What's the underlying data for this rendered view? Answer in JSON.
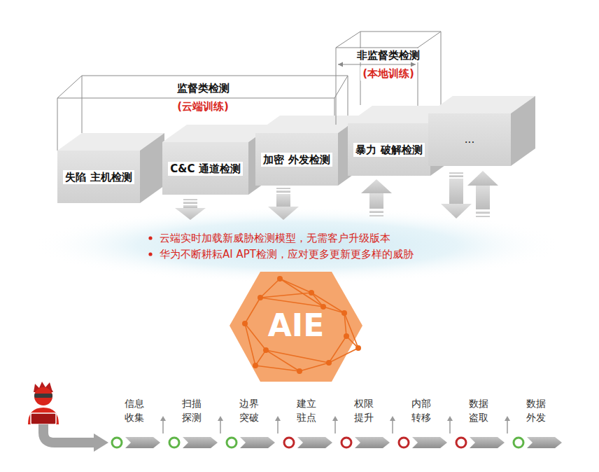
{
  "diagram": {
    "nodes": [
      {
        "text": [
          "监督类检测",
          "(云端训练)"
        ]
      },
      {
        "text": [
          "失陷 主机检测"
        ],
        "in": 0
      },
      {
        "text": [
          "C&C 通道检测"
        ],
        "in": 0
      },
      {
        "text": [
          "加密 外发检测"
        ],
        "in": 0
      },
      {
        "text": [
          "非监督类检测",
          "(本地训练)"
        ]
      },
      {
        "text": [
          "暴力 破解检测"
        ],
        "in": 4
      },
      {
        "text": [
          "..."
        ]
      },
      {
        "text": [
          "AIE"
        ]
      }
    ],
    "labels": [
      "云端实时加载新威胁检测模型，无需客户升级版本",
      "华为不断耕耘AI APT检测，应对更多更新更多样的威胁",
      "信息 收集",
      "扫描 探测",
      "边界 突破",
      "建立 驻点",
      "权限 提升",
      "内部 转移",
      "数据 盗取",
      "数据 外发"
    ]
  }
}
